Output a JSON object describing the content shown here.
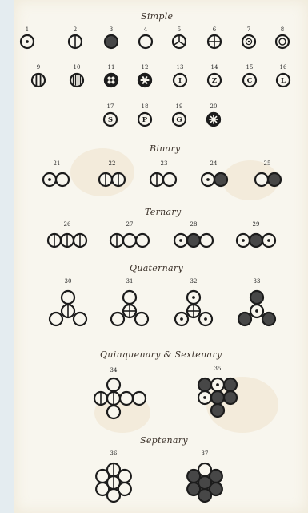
{
  "headings": {
    "simple": "Simple",
    "binary": "Binary",
    "ternary": "Ternary",
    "quaternary": "Quaternary",
    "quinquenary_sextenary": "Quinquenary & Sextenary",
    "septenary": "Septenary"
  },
  "numbers": {
    "n1": "1",
    "n2": "2",
    "n3": "3",
    "n4": "4",
    "n5": "5",
    "n6": "6",
    "n7": "7",
    "n8": "8",
    "n9": "9",
    "n10": "10",
    "n11": "11",
    "n12": "12",
    "n13": "13",
    "n14": "14",
    "n15": "15",
    "n16": "16",
    "n17": "17",
    "n18": "18",
    "n19": "19",
    "n20": "20",
    "n21": "21",
    "n22": "22",
    "n23": "23",
    "n24": "24",
    "n25": "25",
    "n26": "26",
    "n27": "27",
    "n28": "28",
    "n29": "29",
    "n30": "30",
    "n31": "31",
    "n32": "32",
    "n33": "33",
    "n34": "34",
    "n35": "35",
    "n36": "36",
    "n37": "37"
  },
  "symbol_letters": {
    "l13": "I",
    "l14": "Z",
    "l15": "C",
    "l16": "L",
    "l17": "S",
    "l18": "P",
    "l19": "G"
  },
  "colors": {
    "ink": "#1c1c1c",
    "fill_dark": "#474747",
    "paper": "#f8f6ee",
    "stain": "#cda05a"
  }
}
